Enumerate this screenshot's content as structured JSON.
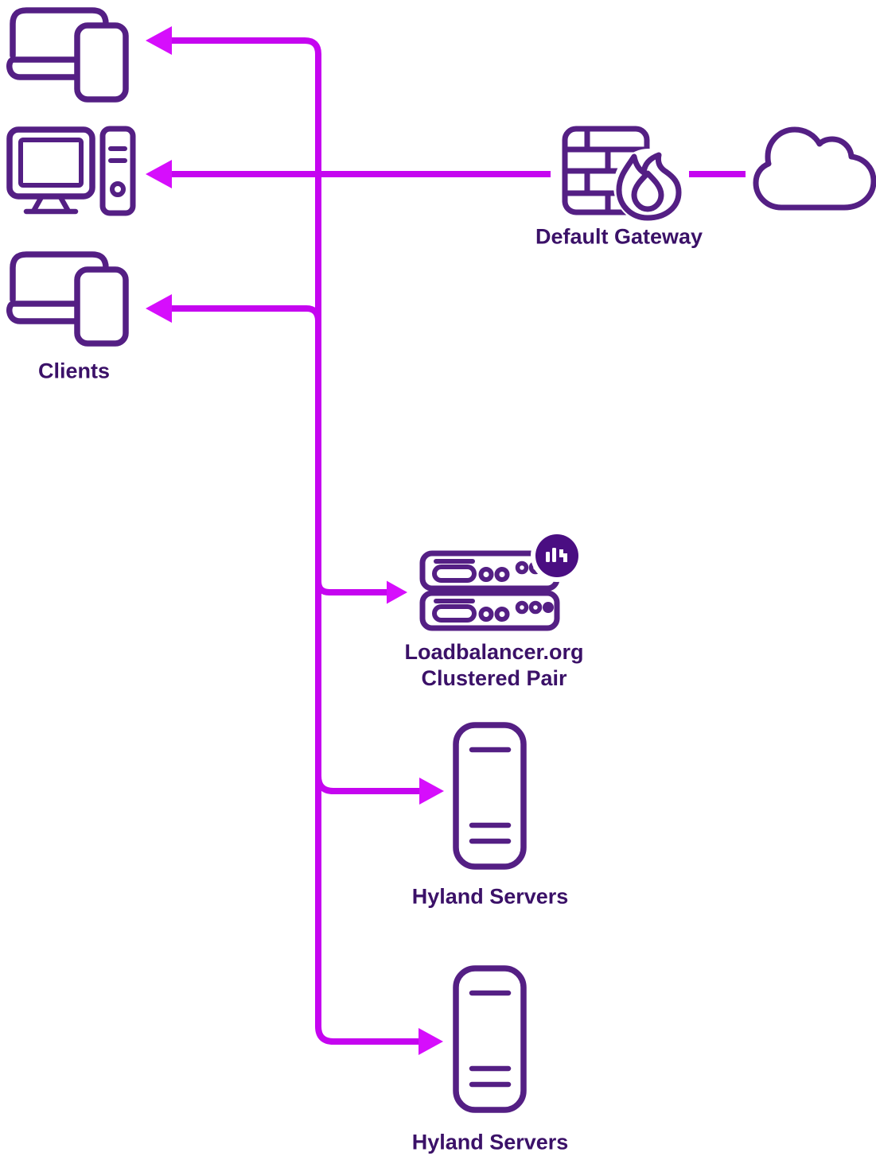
{
  "title": "Load balanced network topology diagram",
  "colors": {
    "connector_line": "#C505F0",
    "arrowhead": "#D60EFC",
    "icon_stroke": "#541F84",
    "label_text": "#3B1168",
    "badge_fill": "#4A0E82",
    "background": "#FFFFFF"
  },
  "labels": {
    "clients": "Clients",
    "default_gateway": "Default Gateway",
    "loadbalancer_line1": "Loadbalancer.org",
    "loadbalancer_line2": "Clustered Pair",
    "hyland_servers_top": "Hyland Servers",
    "hyland_servers_bottom": "Hyland Servers"
  },
  "diagram": {
    "type": "network-topology",
    "nodes": [
      {
        "id": "clients-laptop-mobile-top",
        "label": "",
        "icon": "laptop-phone-icon"
      },
      {
        "id": "clients-desktop",
        "label": "",
        "icon": "desktop-computer-icon"
      },
      {
        "id": "clients-laptop-mobile-bottom",
        "label": "Clients",
        "icon": "laptop-phone-icon"
      },
      {
        "id": "default-gateway",
        "label": "Default Gateway",
        "icon": "firewall-flame-icon"
      },
      {
        "id": "internet",
        "label": "",
        "icon": "cloud-icon"
      },
      {
        "id": "loadbalancer-clustered-pair",
        "label": "Loadbalancer.org Clustered Pair",
        "icon": "rack-server-pair-icon"
      },
      {
        "id": "hyland-servers-top",
        "label": "Hyland Servers",
        "icon": "tower-server-icon"
      },
      {
        "id": "hyland-servers-bottom",
        "label": "Hyland Servers",
        "icon": "tower-server-icon"
      }
    ],
    "edges": [
      {
        "from": "internet",
        "to": "default-gateway",
        "style": "dashed",
        "arrow": false
      },
      {
        "from": "default-gateway",
        "to": "clients-desktop",
        "style": "solid",
        "arrow": true
      },
      {
        "from": "network-trunk",
        "to": "clients-laptop-mobile-top",
        "style": "solid",
        "arrow": true
      },
      {
        "from": "network-trunk",
        "to": "clients-laptop-mobile-bottom",
        "style": "solid",
        "arrow": true
      },
      {
        "from": "network-trunk",
        "to": "loadbalancer-clustered-pair",
        "style": "solid",
        "arrow": true
      },
      {
        "from": "network-trunk",
        "to": "hyland-servers-top",
        "style": "solid",
        "arrow": true
      },
      {
        "from": "network-trunk",
        "to": "hyland-servers-bottom",
        "style": "solid",
        "arrow": true
      }
    ]
  }
}
